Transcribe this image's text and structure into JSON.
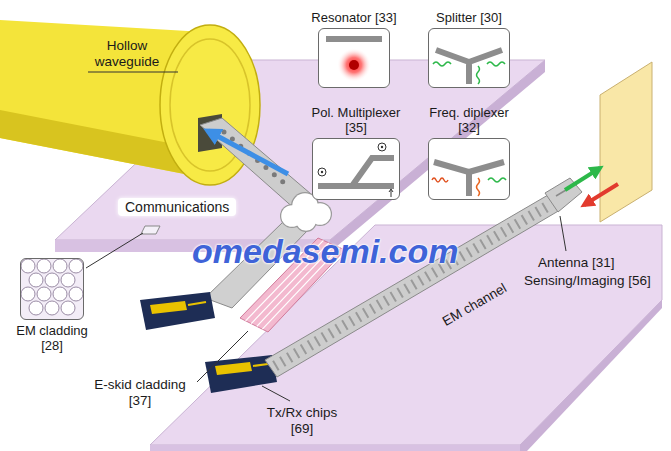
{
  "diagram": {
    "nodes": [
      {
        "text": [
          "Resonator [33]"
        ]
      },
      {
        "text": [
          "Splitter [30]"
        ]
      },
      {
        "text": [
          "Pol. Multiplexer [35]"
        ]
      },
      {
        "text": [
          "Freq. diplexer [32]"
        ]
      },
      {
        "text": [
          "EM cladding [28]"
        ]
      }
    ],
    "labels": [
      "Hollow waveguide",
      "Communications",
      "E-skid cladding [37]",
      "Tx/Rx chips [69]",
      "Antenna [31]",
      "Sensing/Imaging [56]",
      "EM channel",
      "omedasemi.com"
    ]
  }
}
